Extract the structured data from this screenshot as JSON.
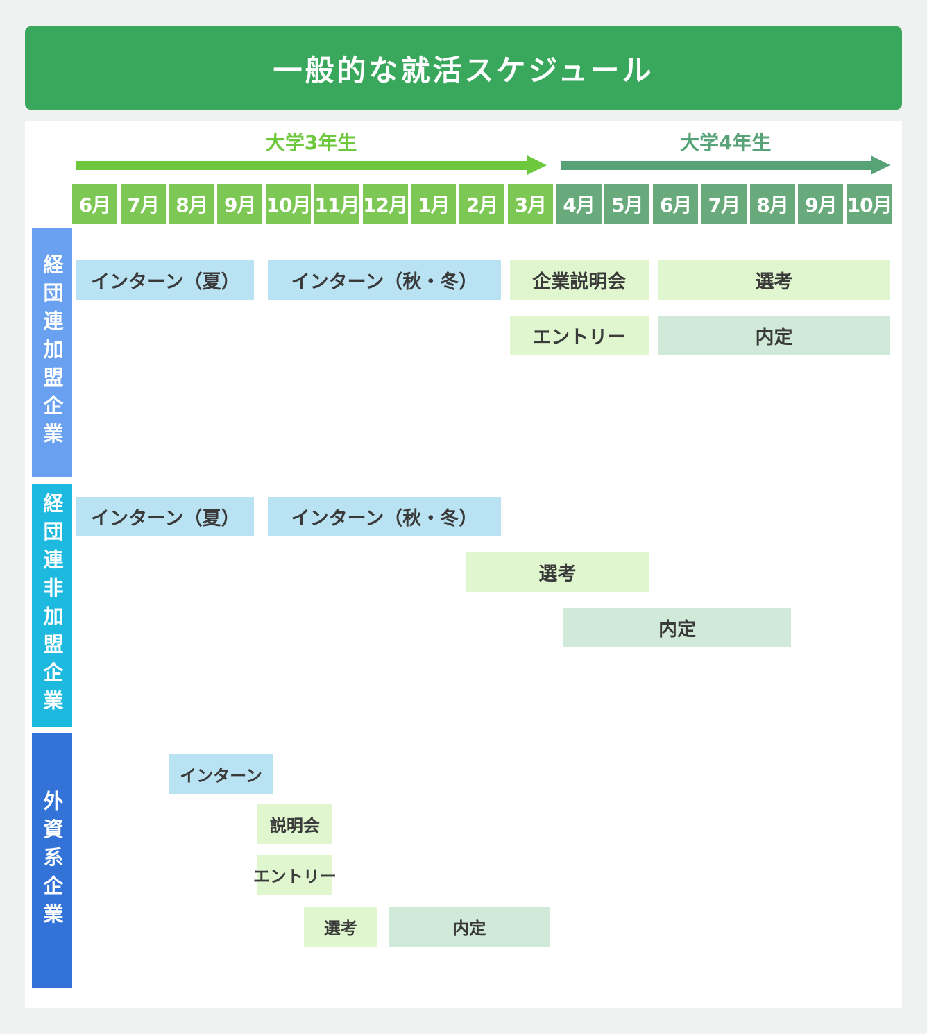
{
  "title": "一般的な就活スケジュール",
  "colors": {
    "page_bg": "#f0f1f1",
    "panel_bg": "#ffffff",
    "header_bg": "#3aa85c",
    "year3_accent": "#6ec83e",
    "year3_cell": "#7dc855",
    "year4_accent": "#57a377",
    "year4_cell": "#68aa7c",
    "bar_intern": "#b9e3f2",
    "bar_event": "#e0f6ce",
    "bar_offer": "#d0e9d8",
    "bar_text": "#3a3a3a"
  },
  "chart_data": {
    "type": "gantt",
    "title": "一般的な就活スケジュール",
    "x_axis": {
      "unit": "month",
      "labels": [
        "6月",
        "7月",
        "8月",
        "9月",
        "10月",
        "11月",
        "12月",
        "1月",
        "2月",
        "3月",
        "4月",
        "5月",
        "6月",
        "7月",
        "8月",
        "9月",
        "10月"
      ],
      "year3_label": "大学3年生",
      "year3_span_months": [
        0,
        10
      ],
      "year4_label": "大学4年生",
      "year4_span_months": [
        10,
        17
      ]
    },
    "groups": [
      {
        "label": "経団連加盟企業",
        "strip_color": "#69a0f0",
        "rows": [
          {
            "bars": [
              {
                "label": "インターン（夏）",
                "start": 0.05,
                "end": 3.8,
                "kind": "intern"
              },
              {
                "label": "インターン（秋・冬）",
                "start": 4.0,
                "end": 8.9,
                "kind": "intern"
              },
              {
                "label": "企業説明会",
                "start": 9.0,
                "end": 11.95,
                "kind": "event"
              },
              {
                "label": "選考",
                "start": 12.05,
                "end": 16.95,
                "kind": "event"
              }
            ]
          },
          {
            "bars": [
              {
                "label": "エントリー",
                "start": 9.0,
                "end": 11.95,
                "kind": "event"
              },
              {
                "label": "内定",
                "start": 12.05,
                "end": 16.95,
                "kind": "offer"
              }
            ]
          }
        ]
      },
      {
        "label": "経団連非加盟企業",
        "strip_color": "#1eb9de",
        "rows": [
          {
            "bars": [
              {
                "label": "インターン（夏）",
                "start": 0.05,
                "end": 3.8,
                "kind": "intern"
              },
              {
                "label": "インターン（秋・冬）",
                "start": 4.0,
                "end": 8.9,
                "kind": "intern"
              }
            ]
          },
          {
            "bars": [
              {
                "label": "選考",
                "start": 8.1,
                "end": 11.95,
                "kind": "event"
              }
            ]
          },
          {
            "bars": [
              {
                "label": "内定",
                "start": 10.1,
                "end": 14.9,
                "kind": "offer"
              }
            ]
          }
        ]
      },
      {
        "label": "外資系企業",
        "strip_color": "#3373d7",
        "rows": [
          {
            "bars": [
              {
                "label": "インターン",
                "start": 1.95,
                "end": 4.2,
                "kind": "intern"
              }
            ]
          },
          {
            "bars": [
              {
                "label": "説明会",
                "start": 3.78,
                "end": 5.42,
                "kind": "event"
              }
            ]
          },
          {
            "bars": [
              {
                "label": "エントリー",
                "start": 3.78,
                "end": 5.42,
                "kind": "event"
              }
            ]
          },
          {
            "bars": [
              {
                "label": "選考",
                "start": 4.74,
                "end": 6.35,
                "kind": "event"
              },
              {
                "label": "内定",
                "start": 6.51,
                "end": 9.9,
                "kind": "offer"
              }
            ]
          }
        ]
      }
    ]
  }
}
